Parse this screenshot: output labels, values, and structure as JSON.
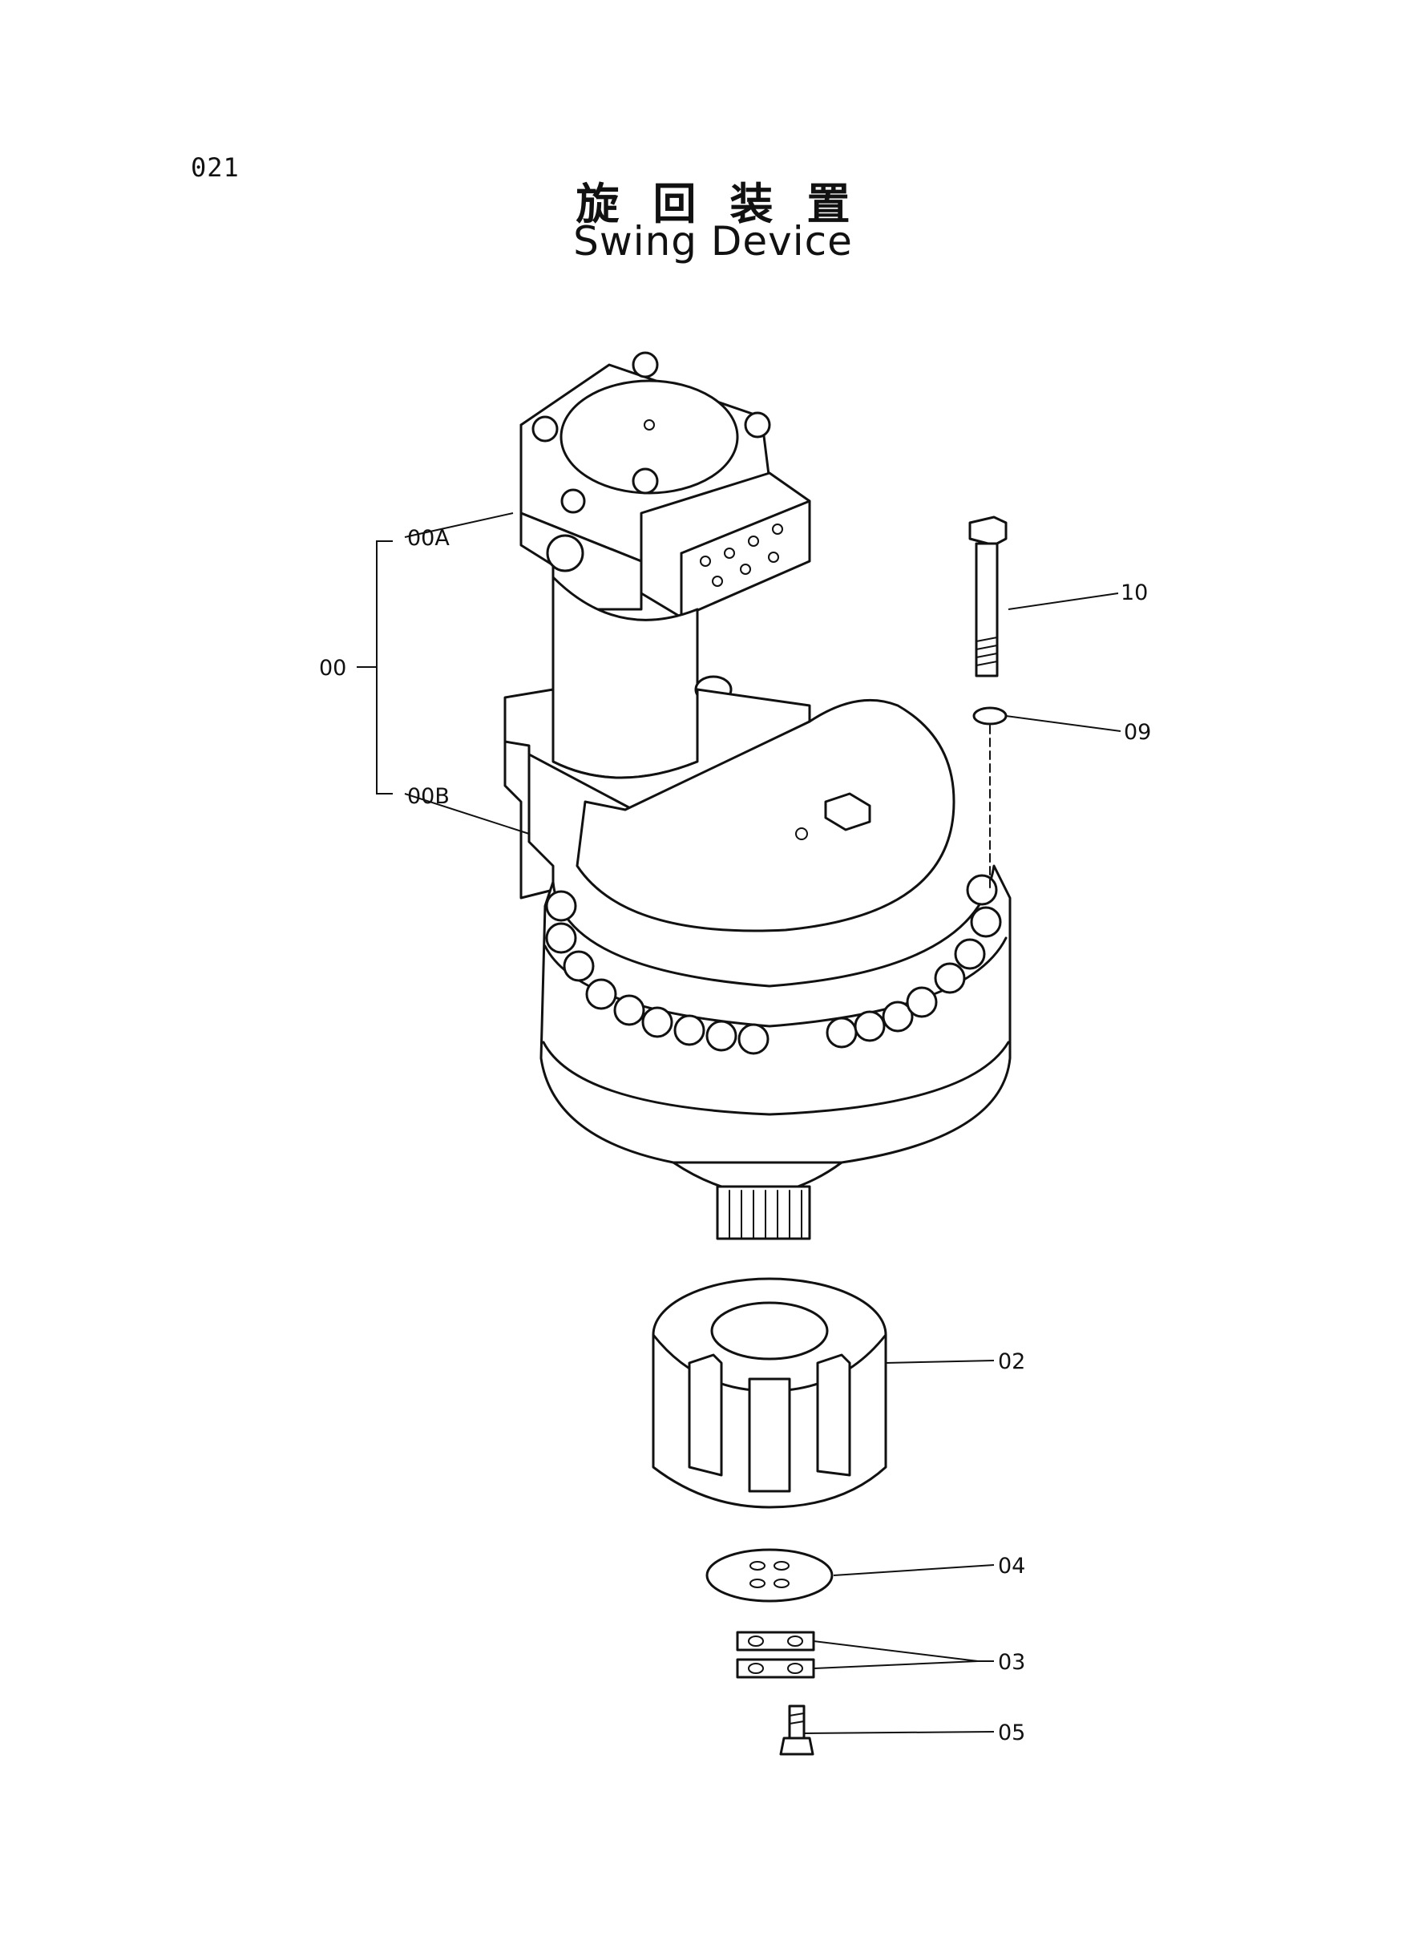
{
  "page": {
    "number": "021",
    "title_jp": "旋回装置",
    "title_en": "Swing Device"
  },
  "callouts": {
    "c00": "00",
    "c00A": "00A",
    "c00B": "00B",
    "c02": "02",
    "c03": "03",
    "c04": "04",
    "c05": "05",
    "c09": "09",
    "c10": "10"
  }
}
